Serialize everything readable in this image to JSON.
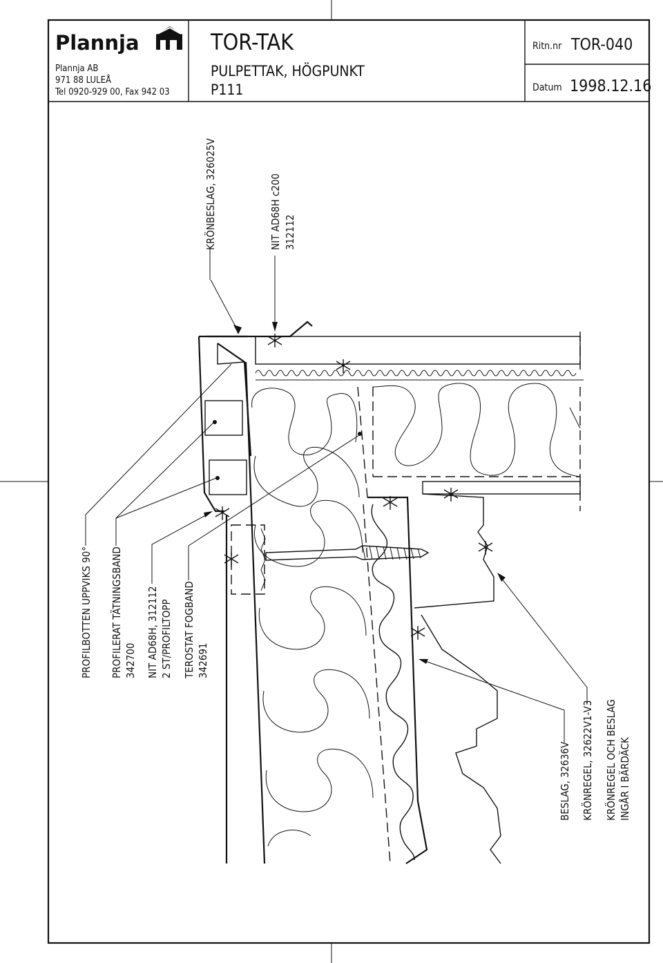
{
  "title_block": {
    "company_logo": "Plannja",
    "company_name": "Plannja AB",
    "address": "971 88 LULEÅ",
    "phone": "Tel 0920-929 00, Fax 942 03",
    "title": "TOR-TAK",
    "subtitle": "PULPETTAK, HÖGPUNKT",
    "code": "P111",
    "drawing_no_label": "Ritn.nr",
    "drawing_no": "TOR-040",
    "date_label": "Datum",
    "date": "1998.12.16"
  },
  "annotations": {
    "kronbeslag": "KRÖNBESLAG, 326025V",
    "nit_top_1": "NIT AD68H c200",
    "nit_top_2": "312112",
    "profilbotten": "PROFILBOTTEN UPPVIKS 90°",
    "profilerat_1": "PROFILERAT TÄTNINGSBAND",
    "profilerat_2": "342700",
    "nit_side_1": "NIT AD68H, 312112",
    "nit_side_2": "2 ST/PROFILTOPP",
    "terostat_1": "TEROSTAT FOGBAND",
    "terostat_2": "342691",
    "beslag": "BESLAG, 32636V",
    "kronregel": "KRÖNREGEL, 32622V1-V3",
    "included_1": "KRÖNREGEL OCH BESLAG",
    "included_2": "INGÅR I BÄRDÄCK"
  },
  "colors": {
    "ink": "#111111",
    "paper": "#ffffff"
  }
}
